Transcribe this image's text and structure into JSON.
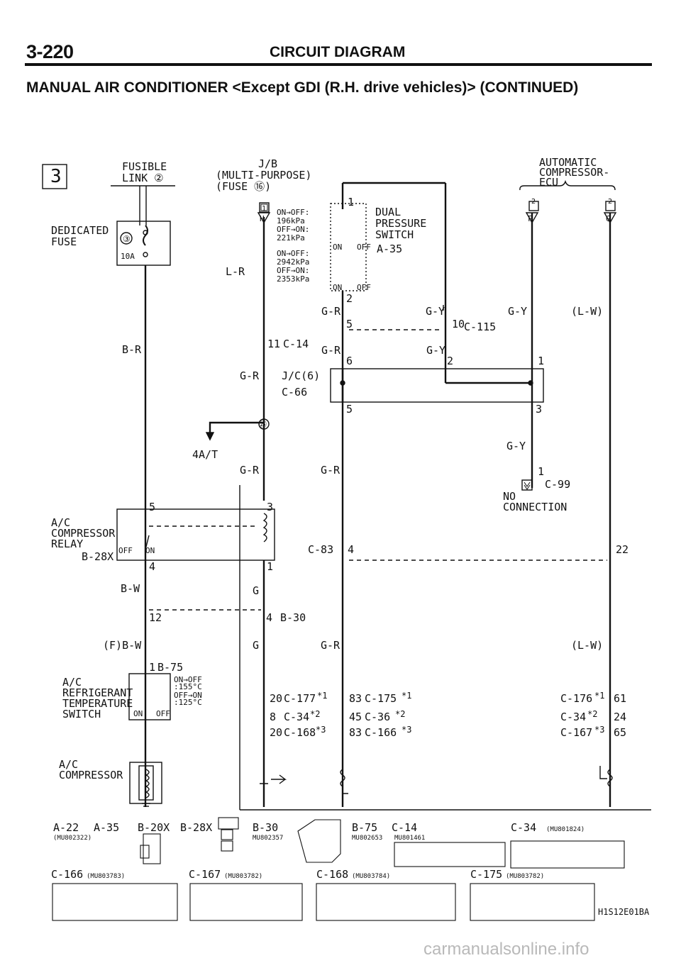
{
  "header": {
    "page_number": "3-220",
    "section_title": "CIRCUIT DIAGRAM"
  },
  "subtitle": "MANUAL AIR CONDITIONER <Except GDI (R.H. drive vehicles)> (CONTINUED)",
  "diagram": {
    "sheet_number": "3",
    "fusible_link": {
      "line1": "FUSIBLE",
      "line2": "LINK ②"
    },
    "dedicated_fuse": {
      "line1": "DEDICATED",
      "line2": "FUSE",
      "fuse_number": "③",
      "rating": "10A"
    },
    "junction_block": {
      "line1": "J/B",
      "line2": "(MULTI-PURPOSE)",
      "line3": "(FUSE ⑯)"
    },
    "ecu": {
      "line1": "AUTOMATIC",
      "line2": "COMPRESSOR-",
      "line3": "ECU"
    },
    "dual_pressure_switch": {
      "line1": "DUAL",
      "line2": "PRESSURE",
      "line3": "SWITCH",
      "connector": "A-35",
      "low_on_off": "ON→OFF:",
      "low_on_off_value": "196kPa",
      "low_off_on": "OFF→ON:",
      "low_off_on_value": "221kPa",
      "high_on_off": "ON→OFF:",
      "high_on_off_value": "2942kPa",
      "high_off_on": "OFF→ON:",
      "high_off_on_value": "2353kPa"
    },
    "relay": {
      "line1": "A/C",
      "line2": "COMPRESSOR",
      "line3": "RELAY",
      "connector": "B-28X"
    },
    "refrigerant_switch": {
      "line1": "A/C",
      "line2": "REFRIGERANT",
      "line3": "TEMPERATURE",
      "line4": "SWITCH",
      "spec1": "ON→OFF",
      "spec2": ":155°C",
      "spec3": "OFF→ON",
      "spec4": ":125°C"
    },
    "compressor": {
      "line1": "A/C",
      "line2": "COMPRESSOR"
    },
    "no_connection": {
      "line1": "NO",
      "line2": "CONNECTION"
    },
    "switch_on": "ON",
    "switch_off": "OFF",
    "wires": {
      "lr": "L-R",
      "br": "B-R",
      "gr": "G-R",
      "gy": "G-Y",
      "lw": "(L-W)",
      "bw": "B-W",
      "g": "G",
      "fbw": "(F)B-W",
      "at": "4A/T"
    },
    "pins": {
      "h": "H",
      "f": "F",
      "g": "G",
      "p1": "1",
      "p2": "2",
      "p3": "3",
      "p4": "4",
      "p5": "5",
      "p6": "6",
      "p10": "10",
      "p11": "11",
      "p12": "12",
      "p22": "22",
      "p25": "㉕",
      "p20": "20",
      "p8": "8",
      "p83": "83",
      "p45": "45",
      "p61": "61",
      "p24": "24",
      "p65": "65"
    },
    "connectors": {
      "c115": "C-115",
      "c14": "C-14",
      "jc6": "J/C(6)",
      "c66": "C-66",
      "c99": "C-99",
      "c83": "C-83",
      "b30": "B-30",
      "b75": "B-75",
      "c177": "C-177",
      "c34": "C-34",
      "c168": "C-168",
      "c175": "C-175",
      "c36": "C-36",
      "c166": "C-166",
      "c176": "C-176",
      "c167": "C-167"
    },
    "footnotes": {
      "n1": "*1",
      "n2": "*2",
      "n3": "*3"
    },
    "box_labels": {
      "b1": "1",
      "b2": "2"
    },
    "bottom": {
      "a22": "A-22",
      "a35": "A-35",
      "b20x": "B-20X",
      "b28x": "B-28X",
      "b30": "B-30",
      "b75": "B-75",
      "c14": "C-14",
      "c34": "C-34",
      "mu_a": "(MU802322)",
      "mu_b30": "MU802357",
      "mu_b75": "MU802653",
      "mu_c14": "MU801461",
      "mu_c34": "(MU801824)",
      "c166": "C-166",
      "mu_c166": "(MU803783)",
      "c167": "C-167",
      "mu_c167": "(MU803782)",
      "c168": "C-168",
      "mu_c168": "(MU803784)",
      "c175": "C-175",
      "mu_c175": "(MU803782)",
      "figure_code": "H1S12E01BA"
    }
  },
  "watermark": "carmanualsonline.info"
}
